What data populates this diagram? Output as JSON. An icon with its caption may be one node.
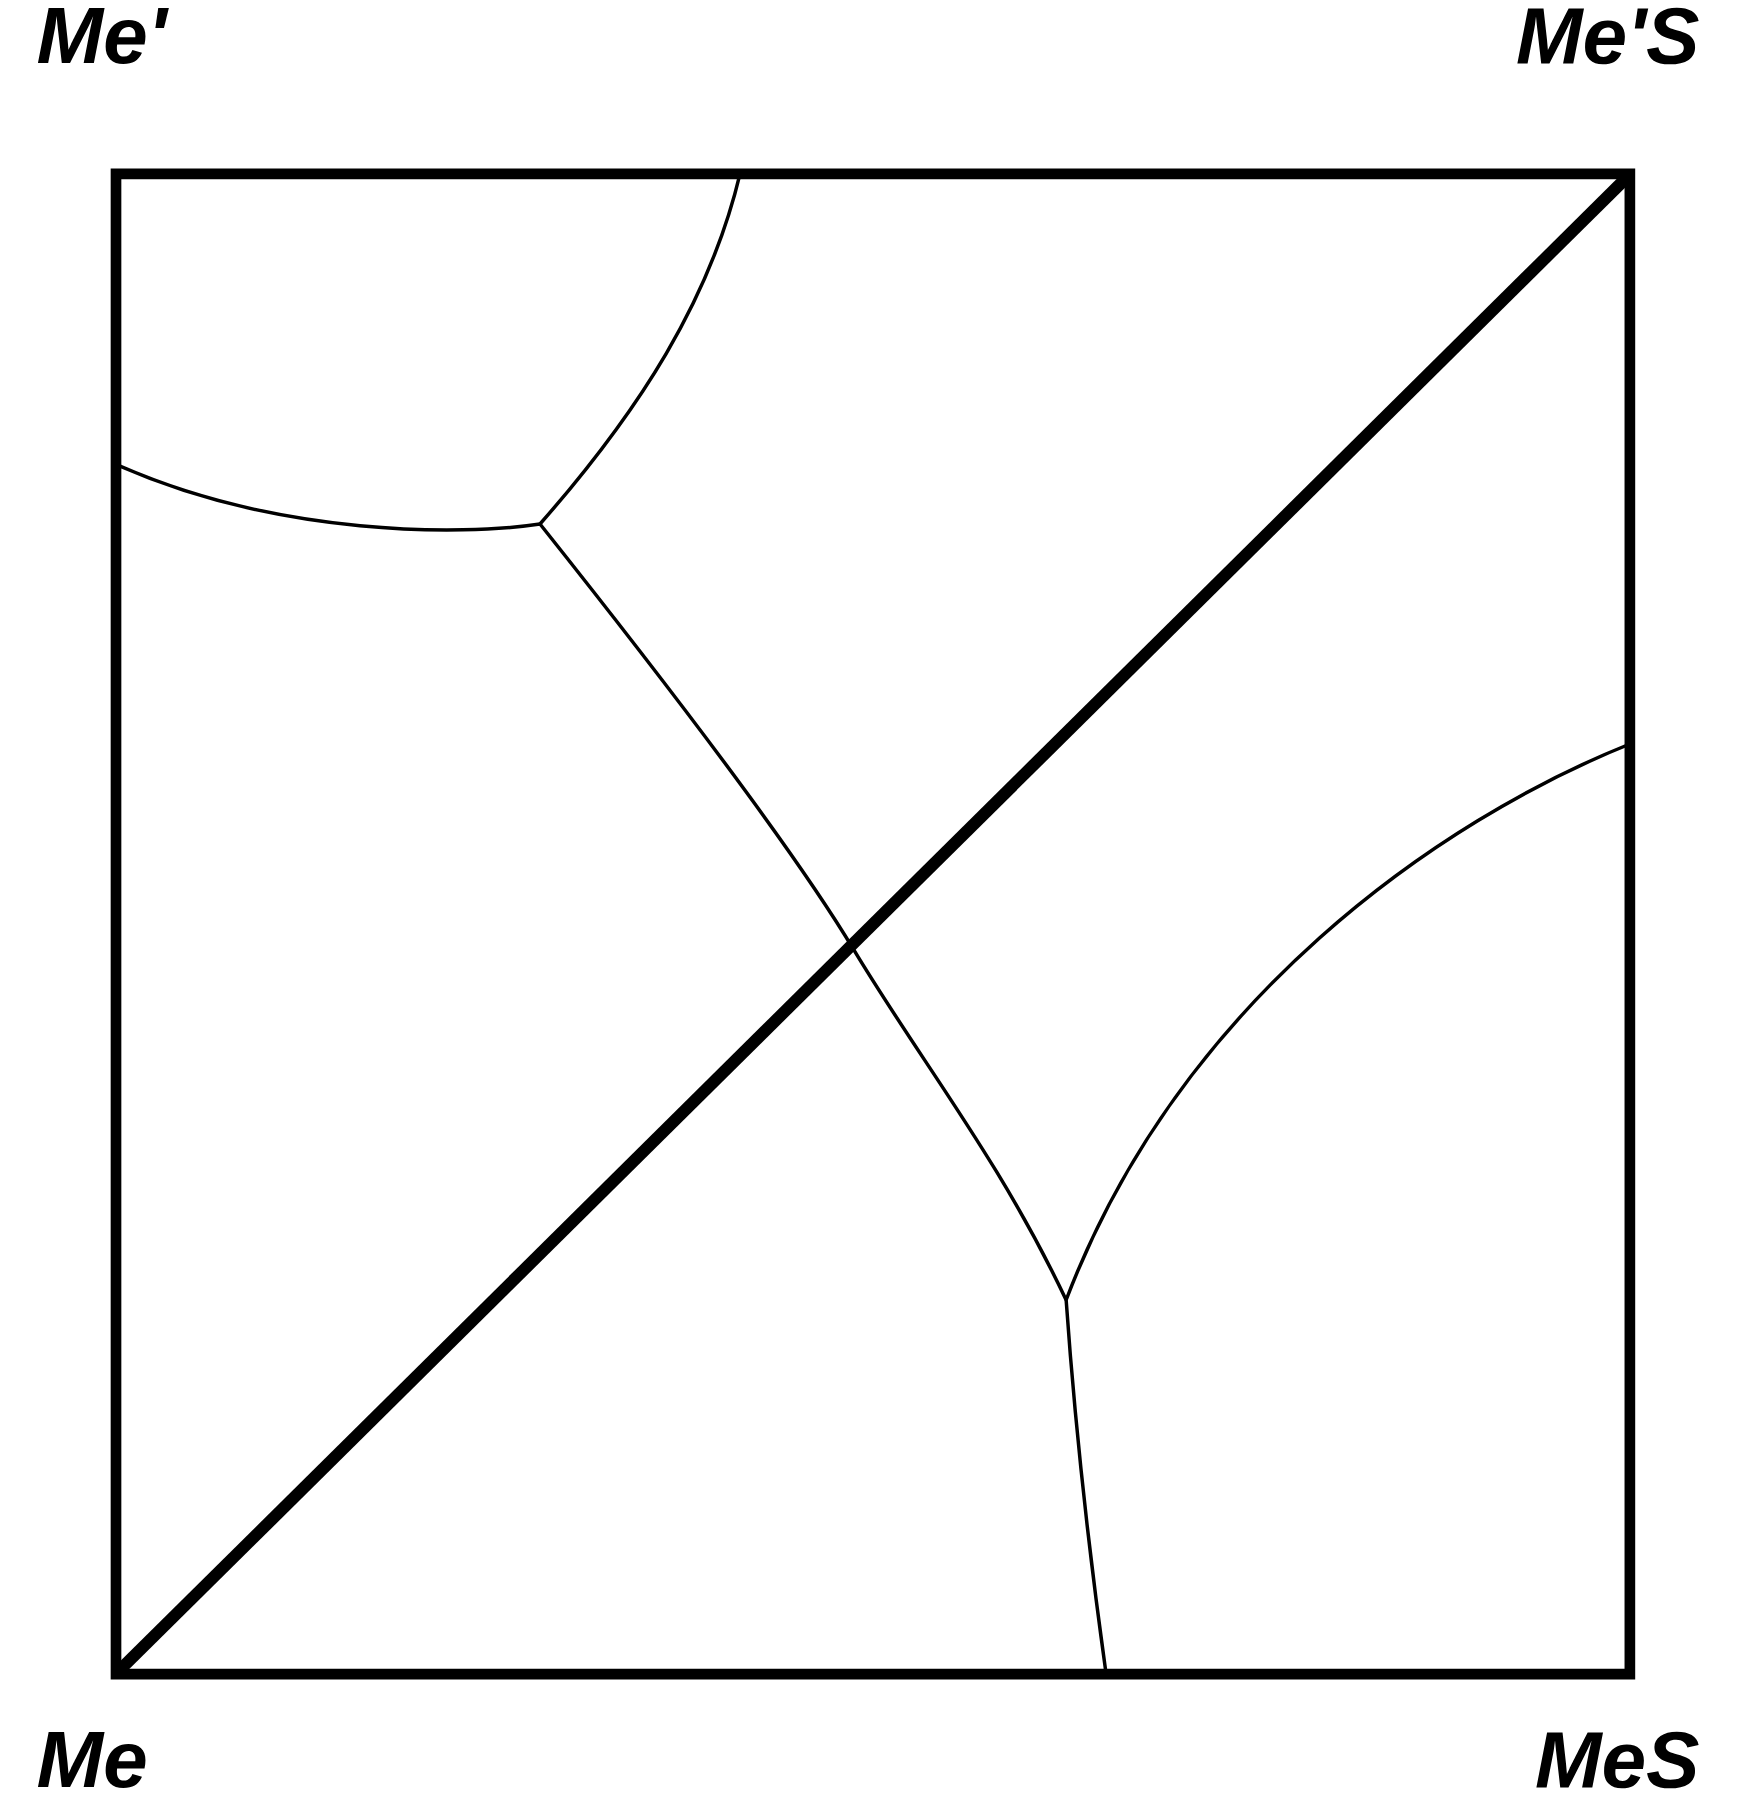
{
  "diagram": {
    "labels": [
      "Me'",
      "Me'S",
      "Me",
      "MeS"
    ]
  }
}
